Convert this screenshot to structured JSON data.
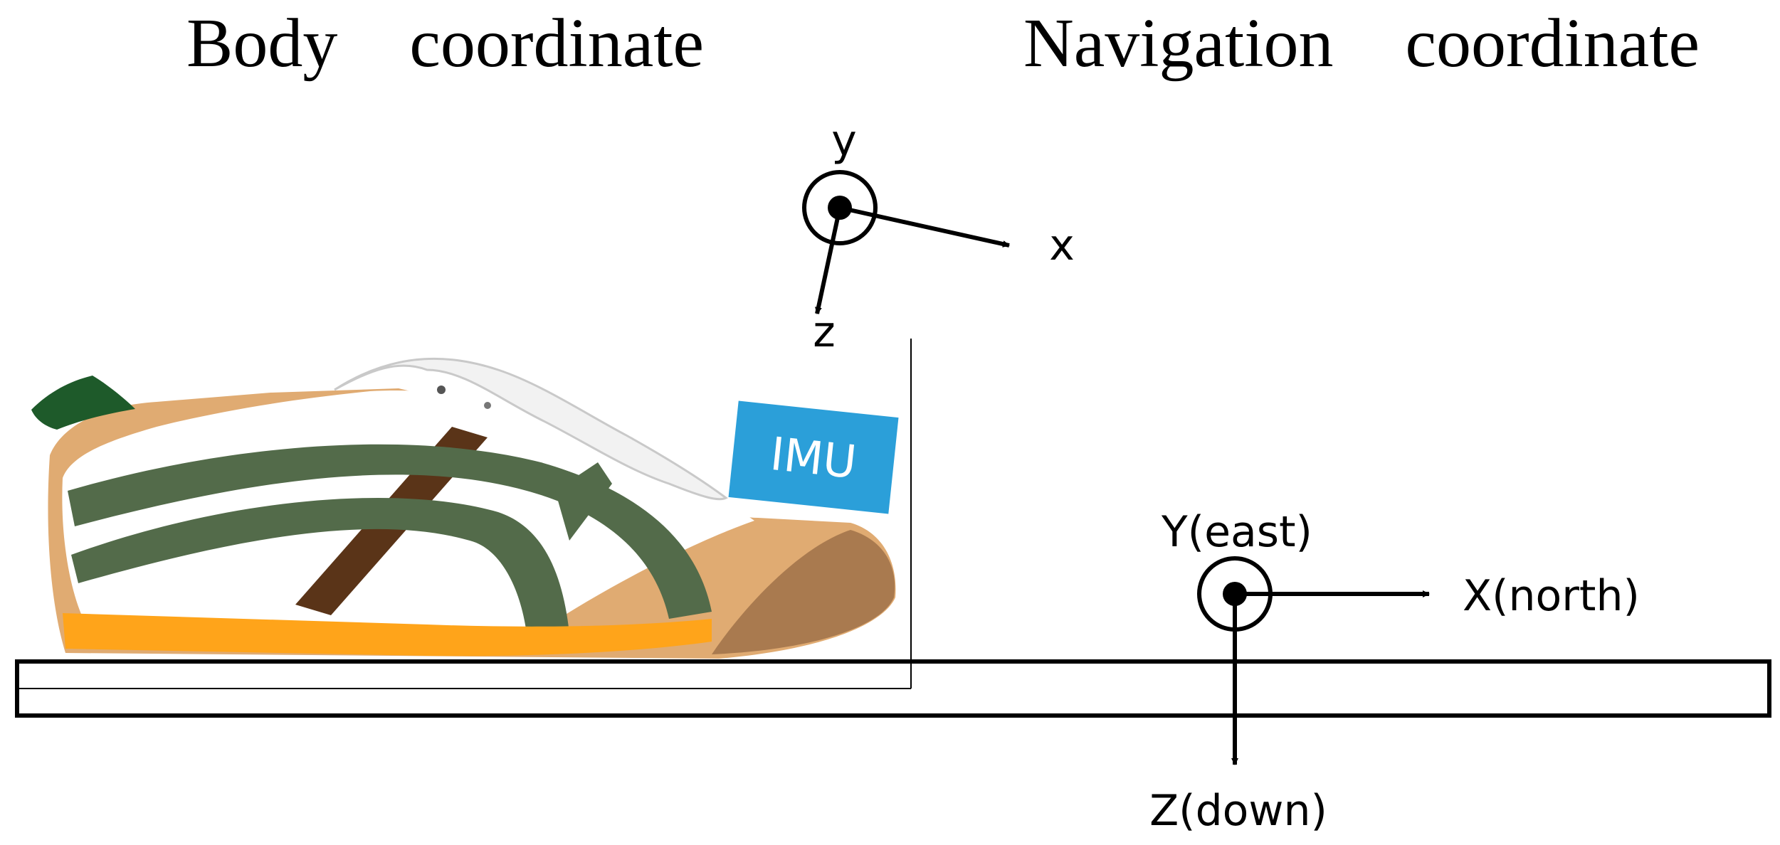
{
  "titles": {
    "body": "Body  coordinate",
    "navigation": "Navigation  coordinate"
  },
  "body_frame": {
    "x_label": "x",
    "y_label": "y",
    "z_label": "z"
  },
  "navigation_frame": {
    "x_label": "X(north)",
    "y_label": "Y(east)",
    "z_label": "Z(down)"
  },
  "imu": {
    "label": "IMU",
    "color": "#2b9fd9"
  },
  "shoe": {
    "upper_color": "#ffffff",
    "stripe_color": "#536b4a",
    "heel_color": "#1e5a2a",
    "accent_strap_color": "#5a3418",
    "trim_color": "#e0ab72",
    "sole_color": "#ffa41a"
  },
  "icons": {
    "out_of_page_axis": "circle-dot-icon",
    "arrow": "arrow-head-icon"
  }
}
